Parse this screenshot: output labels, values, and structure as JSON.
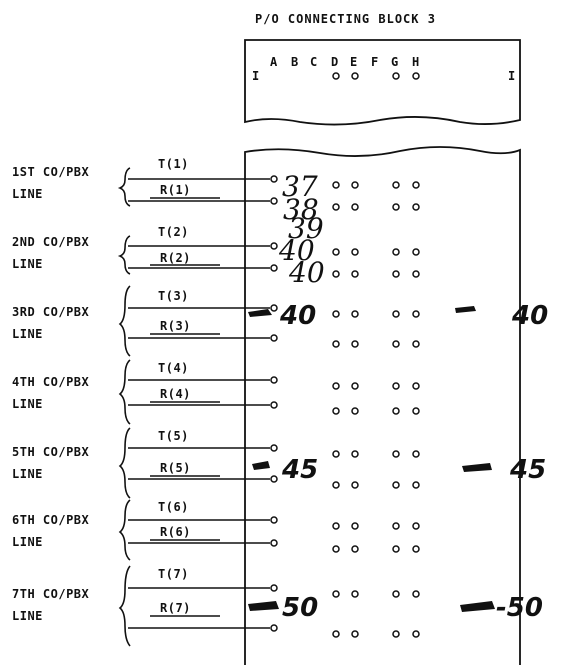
{
  "title": "P/O CONNECTING BLOCK 3",
  "columns": [
    "A",
    "B",
    "C",
    "D",
    "E",
    "F",
    "G",
    "H"
  ],
  "top_row_marks": [
    "I",
    "I"
  ],
  "lines": [
    {
      "label1": "1ST CO/PBX",
      "label2": "LINE",
      "tip": "T(1)",
      "ring": "R(1)"
    },
    {
      "label1": "2ND CO/PBX",
      "label2": "LINE",
      "tip": "T(2)",
      "ring": "R(2)"
    },
    {
      "label1": "3RD CO/PBX",
      "label2": "LINE",
      "tip": "T(3)",
      "ring": "R(3)"
    },
    {
      "label1": "4TH CO/PBX",
      "label2": "LINE",
      "tip": "T(4)",
      "ring": "R(4)"
    },
    {
      "label1": "5TH CO/PBX",
      "label2": "LINE",
      "tip": "T(5)",
      "ring": "R(5)"
    },
    {
      "label1": "6TH CO/PBX",
      "label2": "LINE",
      "tip": "T(6)",
      "ring": "R(6)"
    },
    {
      "label1": "7TH CO/PBX",
      "label2": "LINE",
      "tip": "T(7)",
      "ring": "R(7)"
    }
  ],
  "handwritten": {
    "n37": "37",
    "n38": "38",
    "n39": "39",
    "n40a": "40",
    "n40b": "40",
    "n40c": "40",
    "n45a": "45",
    "n45b": "45",
    "n50a": "50",
    "n50b": "-50"
  }
}
